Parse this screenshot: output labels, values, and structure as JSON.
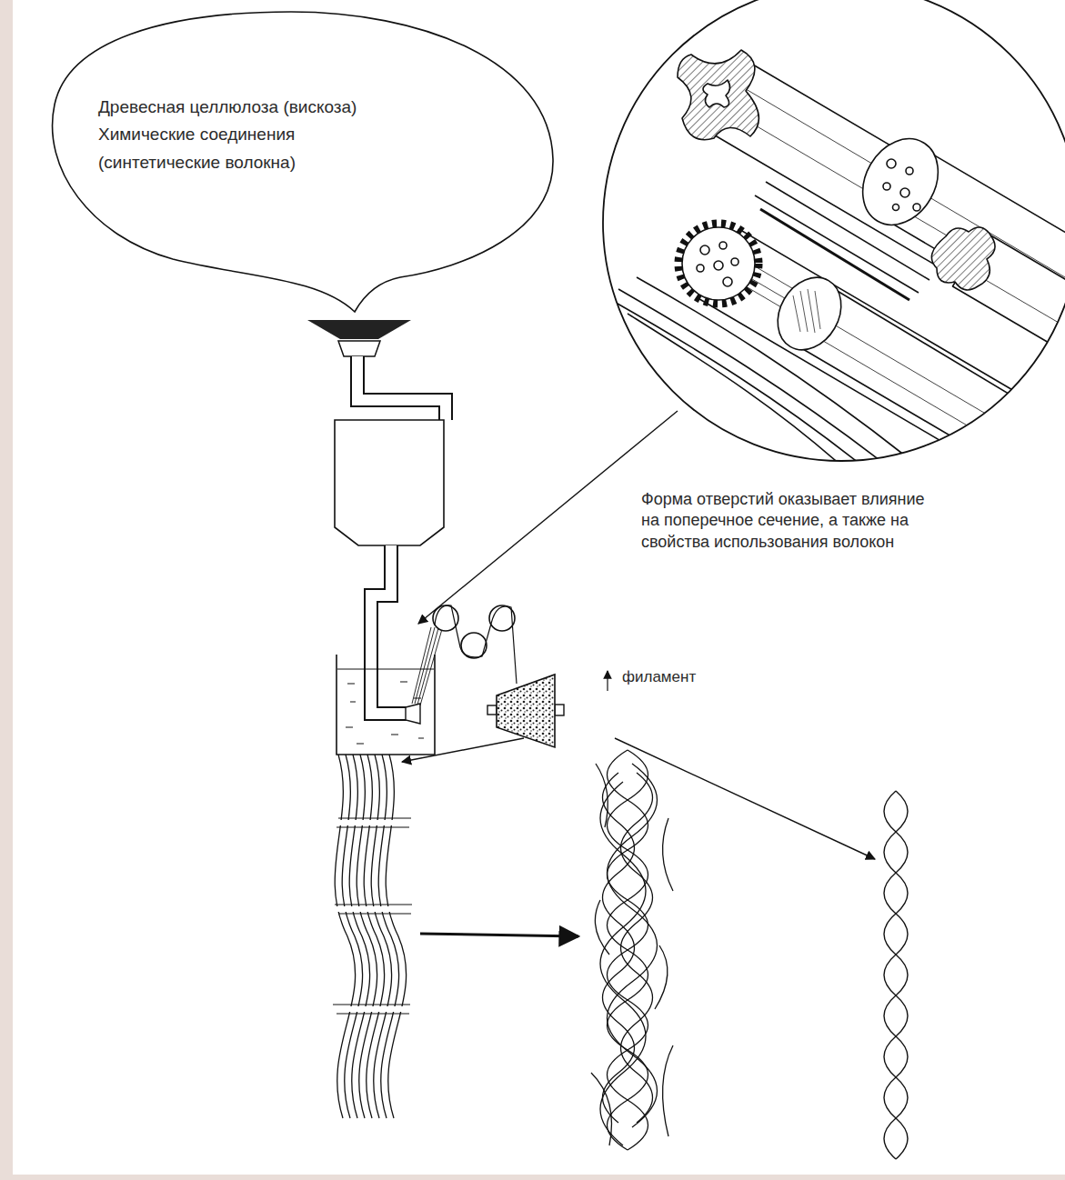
{
  "diagram": {
    "nodes": [
      {
        "text": [
          "Древесная целлюлоза (вискоза)",
          "Химические соединения (синтетические волокна)"
        ]
      }
    ],
    "labels": [
      "Форма отверстий оказывает влияние на поперечное сечение, а также на свойства использования волокон",
      "филамент"
    ]
  }
}
